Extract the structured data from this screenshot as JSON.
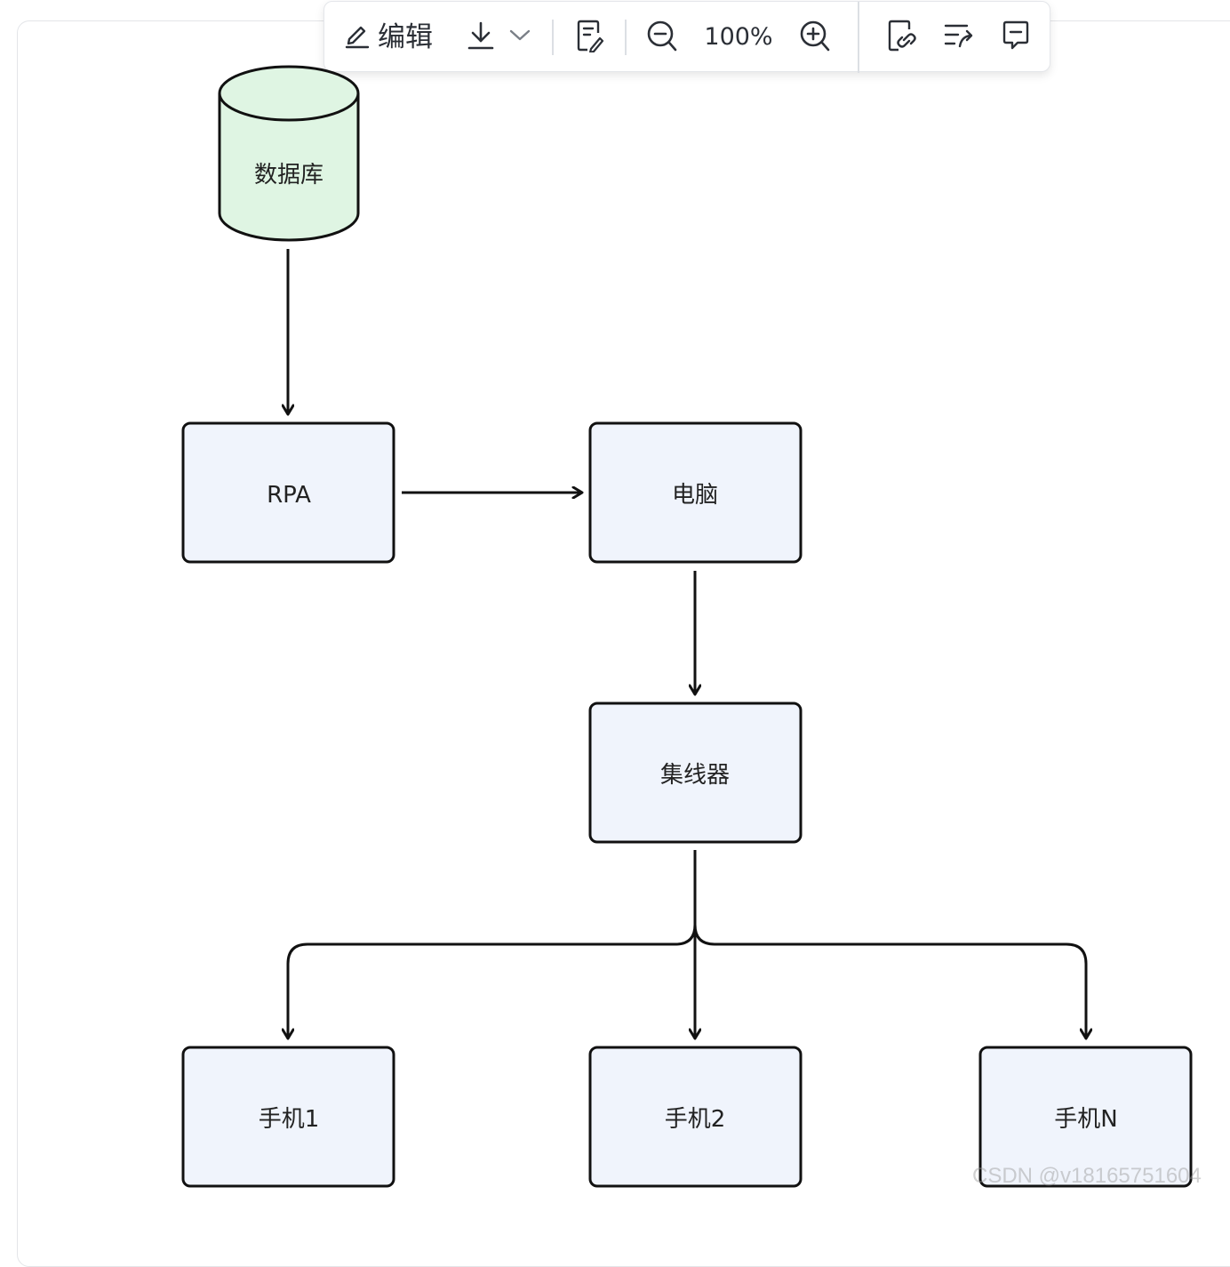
{
  "toolbar": {
    "edit_label": "编辑",
    "zoom_level": "100%",
    "icons": [
      "edit-icon",
      "download-icon",
      "chevron-down-icon",
      "note-icon",
      "zoom-out-icon",
      "zoom-in-icon",
      "link-icon",
      "wrap-icon",
      "comment-icon"
    ]
  },
  "diagram": {
    "nodes": {
      "database": "数据库",
      "rpa": "RPA",
      "computer": "电脑",
      "hub": "集线器",
      "phone1": "手机1",
      "phone2": "手机2",
      "phoneN": "手机N"
    },
    "edges": [
      [
        "database",
        "rpa"
      ],
      [
        "rpa",
        "computer"
      ],
      [
        "computer",
        "hub"
      ],
      [
        "hub",
        "phone1"
      ],
      [
        "hub",
        "phone2"
      ],
      [
        "hub",
        "phoneN"
      ]
    ],
    "colors": {
      "database_fill": "#dff5e3",
      "box_fill": "#f0f4fc",
      "stroke": "#111111"
    }
  },
  "watermark": "CSDN @v18165751604"
}
